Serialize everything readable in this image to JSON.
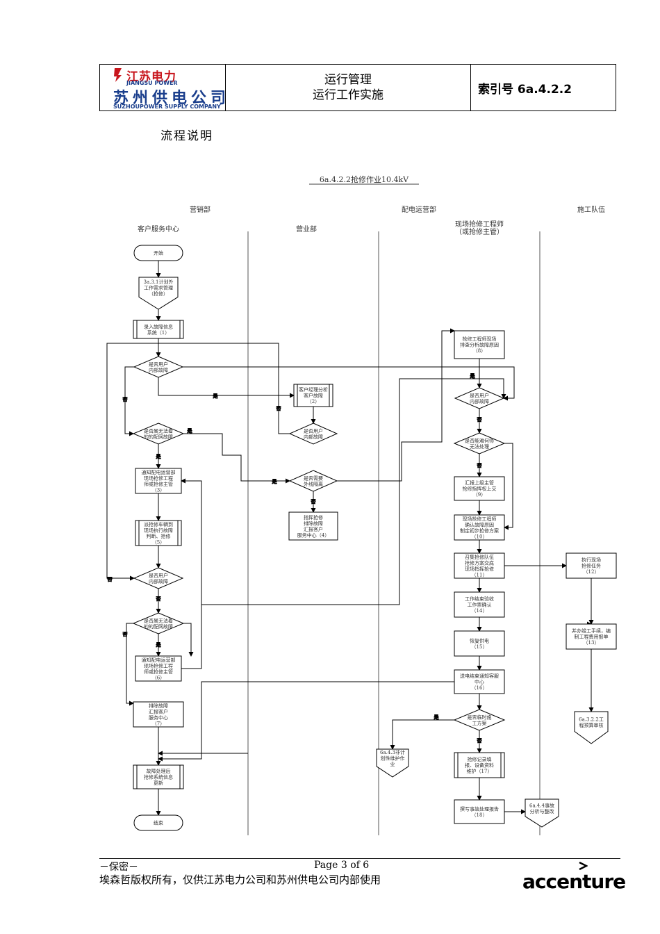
{
  "header": {
    "logo_brand_cn": "江苏电力",
    "logo_brand_en": "JIANGSU POWER",
    "logo_company_cn": "苏州供电公司",
    "logo_company_en": "SUZHOUPOWER SUPPLY COMPANY",
    "title_line1": "运行管理",
    "title_line2": "运行工作实施",
    "index_label": "索引号 6a.4.2.2"
  },
  "section_title": "流程说明",
  "flowchart": {
    "title": "6a.4.2.2抢修作业10.4kV",
    "departments": [
      "营销部",
      "配电运营部",
      "施工队伍"
    ],
    "lanes": [
      "客户服务中心",
      "营业部",
      "现场抢修工程师\n（或抢修主管）"
    ],
    "nodes": {
      "start": "开始",
      "ref_311": "3a.3.1计划外\n工作需求管理\n（抢修）",
      "n1": "录入故障信息\n系统（1）",
      "d_user1": "是否用户\n内部故障",
      "n2": "客户经理分析\n客户故障\n（2）",
      "d_user2": "是否用户\n内部故障",
      "d_safe1": "是否属无法着\n的的配网故障",
      "d_isolate": "是否需要\n外线隔离",
      "n3": "通知配电运营部\n现场抢修工程\n师或抢修主管\n（3）",
      "n4": "指挥抢修\n排除故障\n汇报客户\n服务中心（4）",
      "n5": "派抢修车辆到\n现场执行故障\n判断、抢修\n（5）",
      "d_user3": "是否用户\n内部故障",
      "d_safe2": "是否属无法着\n的的配网故障",
      "n6": "通知配电运营部\n现场抢修工程\n师或抢修主管\n（6）",
      "n7": "排除故障\n汇报客户\n服务中心\n（7）",
      "n_update": "故障处理后\n抢修系统信息\n更新",
      "end": "结束",
      "n8": "抢修工程师现场\n排查分析故障原因\n（8）",
      "d_user4": "是否用户\n内部故障",
      "d_capable": "是否能难何师\n无法处理",
      "n9": "汇报上级主管\n抢修指挥权上交\n（9）",
      "n10": "现场抢修工程师\n确认故障原因\n制定初步抢修方案\n（10）",
      "n11": "召集抢修队伍\n抢修方案交底\n现场指挥抢修\n（11）",
      "n12": "执行现场\n抢修任务\n（12）",
      "n14": "工作结束验收\n工作票确认\n（14）",
      "n13": "并办竣工手续，编\n制工程费用报单\n（13）",
      "n15": "恢复供电\n（15）",
      "n16": "送电结束通知客服\n中心\n（16）",
      "d_temp": "是否临时施\n工方案",
      "ref_443": "6a.4.3非计\n划性维护作\n业",
      "n17": "抢修记录填\n报、设备资料\n维护（17）",
      "ref_322": "6a.3.2.2工\n程预算审核",
      "n18": "撰写事故处理报告\n（18）",
      "ref_444": "6a.4.4事故\n分析与整改"
    },
    "edge_labels": {
      "yes": "是",
      "no": "否"
    }
  },
  "footer": {
    "secret": "－保密－",
    "page": "Page 3 of 6",
    "copyright": "埃森哲版权所有，仅供江苏电力公司和苏州供电公司内部使用",
    "brand": "accenture"
  }
}
